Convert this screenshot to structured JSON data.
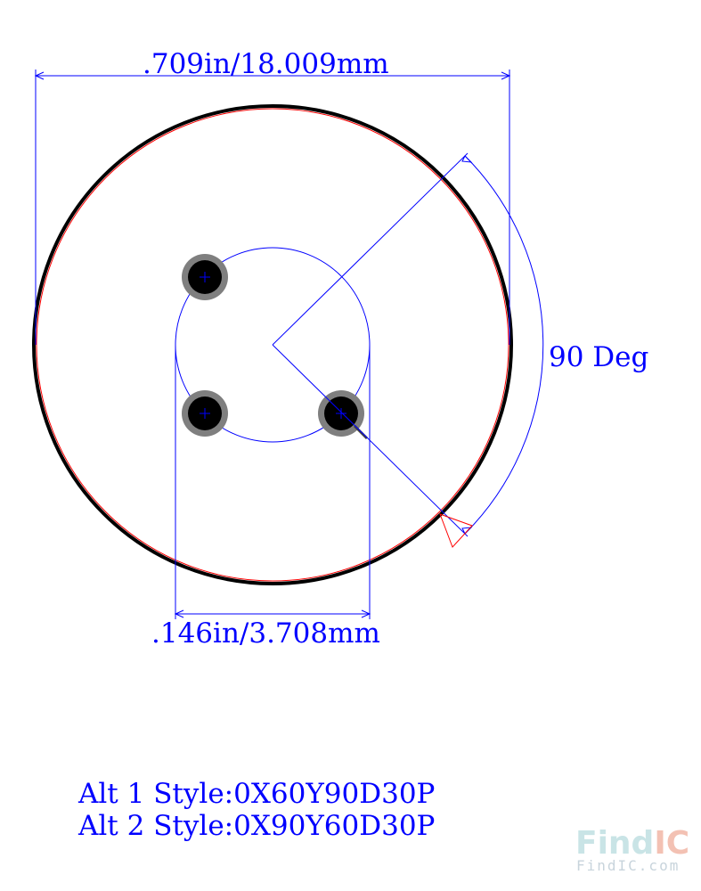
{
  "dimensions": {
    "outer_diameter": ".709in/18.009mm",
    "pin_circle_diameter": ".146in/3.708mm",
    "angle": "90 Deg"
  },
  "notes": {
    "alt1": "Alt 1 Style:0X60Y90D30P",
    "alt2": "Alt 2 Style:0X90Y60D30P"
  },
  "watermark": {
    "brand_a": "Find",
    "brand_b": "IC",
    "url": "FindIC.com",
    "colors": {
      "brand_a": "#c9e4e6",
      "brand_b": "#f3c1b3",
      "url": "#c8d4dc"
    }
  },
  "colors": {
    "dimension": "#0000ff",
    "outline": "#000000",
    "outline_inner": "#ff0000",
    "pad_ring": "#7f7f7f",
    "pin": "#000000",
    "key_marker": "#ff0000"
  },
  "icons": {
    "key_marker": "triangle-key-icon",
    "pin": "pin-pad-icon"
  }
}
